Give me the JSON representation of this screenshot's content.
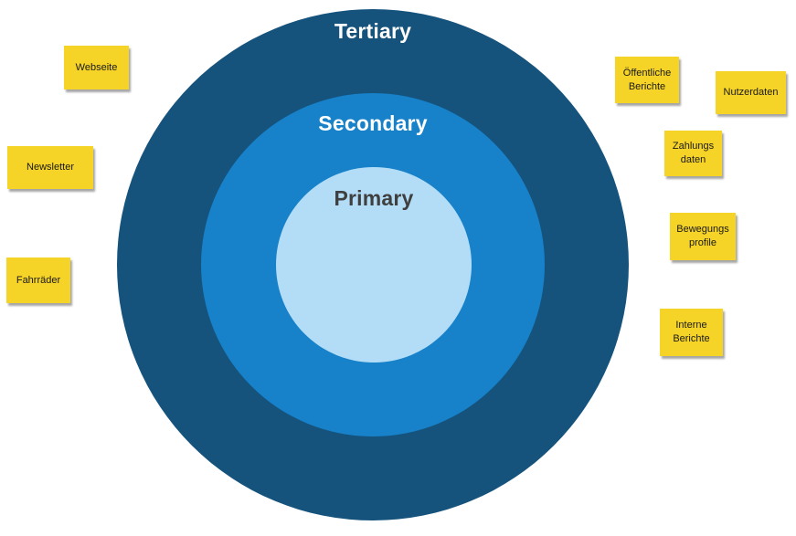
{
  "diagram": {
    "type": "concentric-circles",
    "rings": [
      {
        "id": "tertiary",
        "label": "Tertiary",
        "fill": "#15537c",
        "label_color": "#ffffff"
      },
      {
        "id": "secondary",
        "label": "Secondary",
        "fill": "#1781c9",
        "label_color": "#ffffff"
      },
      {
        "id": "primary",
        "label": "Primary",
        "fill": "#b3ddf6",
        "label_color": "#3f3f3f"
      }
    ]
  },
  "sticky_notes": {
    "fill": "#f5d327",
    "text_color": "#1a1a1a",
    "items": [
      {
        "id": "webseite",
        "label": "Webseite"
      },
      {
        "id": "newsletter",
        "label": "Newsletter"
      },
      {
        "id": "fahrraeder",
        "label": "Fahrräder"
      },
      {
        "id": "oeffentliche-berichte",
        "label": "Öffentliche Berichte"
      },
      {
        "id": "nutzerdaten",
        "label": "Nutzerdaten"
      },
      {
        "id": "zahlungs-daten",
        "label": "Zahlungs daten"
      },
      {
        "id": "bewegungs-profile",
        "label": "Bewegungs profile"
      },
      {
        "id": "interne-berichte",
        "label": "Interne Berichte"
      }
    ]
  }
}
